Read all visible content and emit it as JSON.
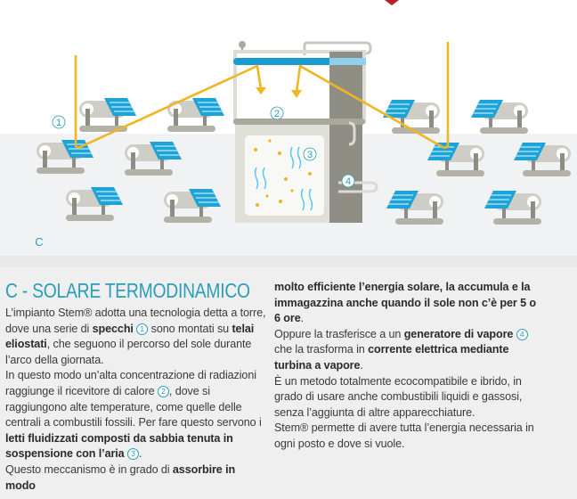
{
  "illustration": {
    "labels": {
      "one": "1",
      "two": "2",
      "three": "3",
      "four": "4"
    },
    "figure_letter": "C",
    "colors": {
      "beam": "#f0b521",
      "panel": "#1ea3d6",
      "frame": "#c9c8c0",
      "accent": "#2a9db8"
    }
  },
  "title": "C - SOLARE TERMODINAMICO",
  "left": {
    "p1": {
      "t1": "L’impianto Stem® adotta una tecnologia detta a torre, dove una serie di ",
      "b1": "specchi",
      "n1": "1",
      "t2": " sono montati su ",
      "b2": "telai eliostati",
      "t3": ", che seguono il percorso del sole durante l’arco della giornata."
    },
    "p2": {
      "t1": "In questo modo un’alta concentrazione di radiazioni raggiunge il ricevitore di calore ",
      "n1": "2",
      "t2": ", dove si raggiungono alte temperature, come quelle delle centrali a combustili fossili. Per fare questo servono i ",
      "b1": "letti fluidizzati composti da sabbia tenuta in sospensione con l’aria",
      "n2": "3",
      "t3": "."
    },
    "p3": {
      "t1": "Questo meccanismo è in grado di ",
      "b1": "assorbire in modo"
    }
  },
  "right": {
    "p3": {
      "b1": "molto efficiente l’energia solare, la accumula e la immagazzina anche quando il sole non c’è per 5 o 6 ore",
      "t1": "."
    },
    "p4": {
      "t1": "Oppure la trasferisce a un ",
      "b1": "generatore di vapore",
      "n1": "4",
      "t2": " che la trasforma in ",
      "b2": "corrente elettrica mediante turbina a vapore",
      "t3": "."
    },
    "p5": "È un metodo totalmente ecocompatibile e ibrido, in grado di usare anche combustibili liquidi e gassosi, senza l’aggiunta di altre apparecchiature.",
    "p6": "Stem® permette di avere tutta l’energia necessaria in ogni posto e dove si vuole."
  }
}
